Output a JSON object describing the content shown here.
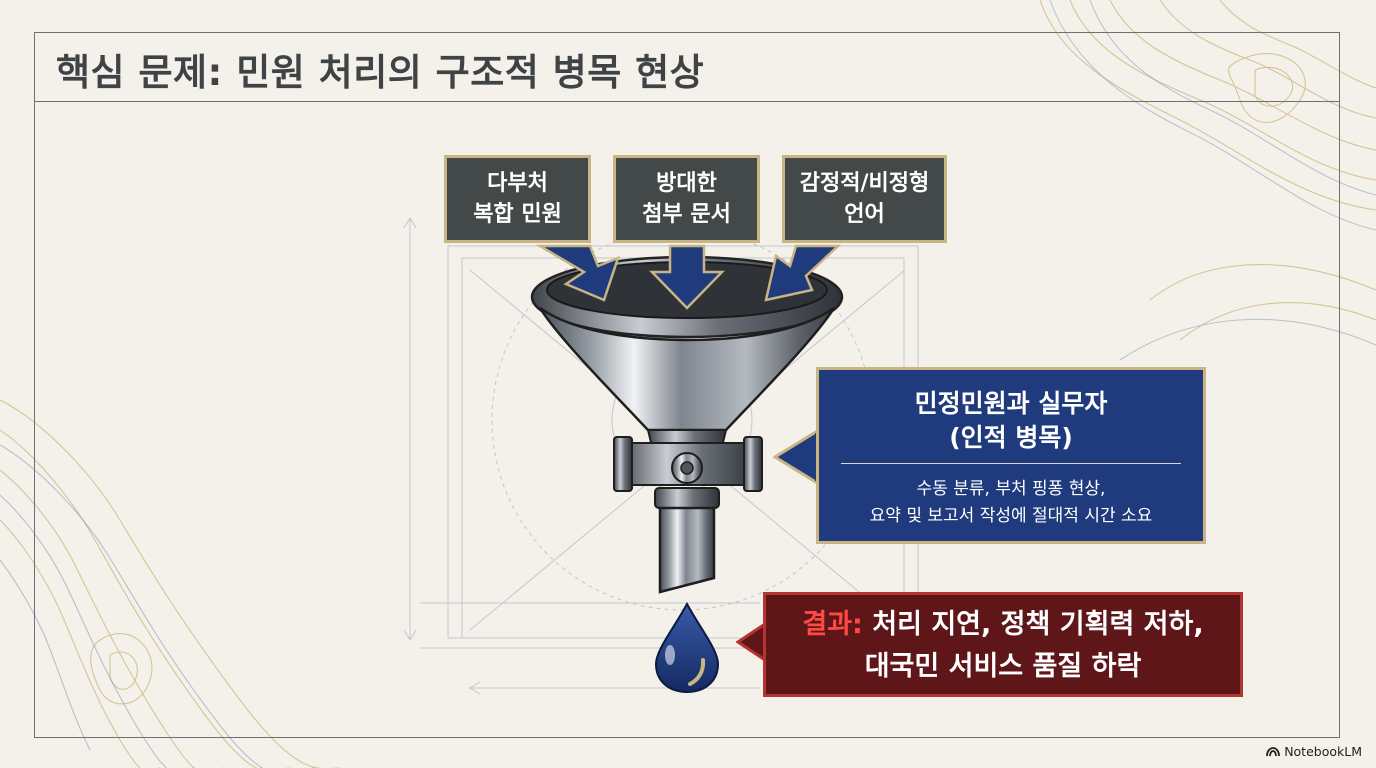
{
  "title": "핵심 문제: 민원 처리의 구조적 병목 현상",
  "inputs": [
    {
      "line1": "다부처",
      "line2": "복합 민원"
    },
    {
      "line1": "방대한",
      "line2": "첨부 문서"
    },
    {
      "line1": "감정적/비정형",
      "line2": "언어"
    }
  ],
  "bottleneck": {
    "title_line1": "민정민원과 실무자",
    "title_line2": "(인적 병목)",
    "desc_line1": "수동 분류, 부처 핑퐁 현상,",
    "desc_line2": "요약 및 보고서 작성에 절대적 시간 소요"
  },
  "result": {
    "label": "결과:",
    "line1": "처리 지연, 정책 기획력 저하,",
    "line2": "대국민 서비스 품질 하락"
  },
  "watermark": "NotebookLM",
  "colors": {
    "navy": "#1f3b7e",
    "dark_red": "#5e1619",
    "red_accent": "#ff4a42",
    "gold_border": "#c9b483",
    "input_box": "#434849"
  }
}
